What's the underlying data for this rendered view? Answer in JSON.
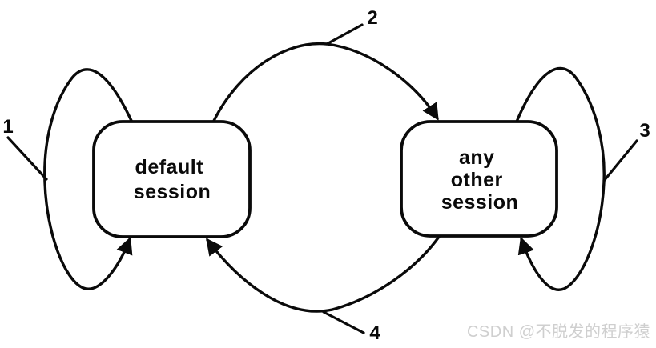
{
  "diagram": {
    "type": "state-transition-diagram",
    "colors": {
      "background": "#ffffff",
      "line": "#0a0a0a",
      "node_fill": "#ffffff",
      "watermark": "#cfcfcf"
    },
    "nodes": {
      "left": {
        "lines": [
          "default",
          "session"
        ]
      },
      "right": {
        "lines": [
          "any",
          "other",
          "session"
        ]
      }
    },
    "edge_labels": {
      "e1": "1",
      "e2": "2",
      "e3": "3",
      "e4": "4"
    }
  },
  "watermark": {
    "text": "CSDN @不脱发的程序猿"
  }
}
